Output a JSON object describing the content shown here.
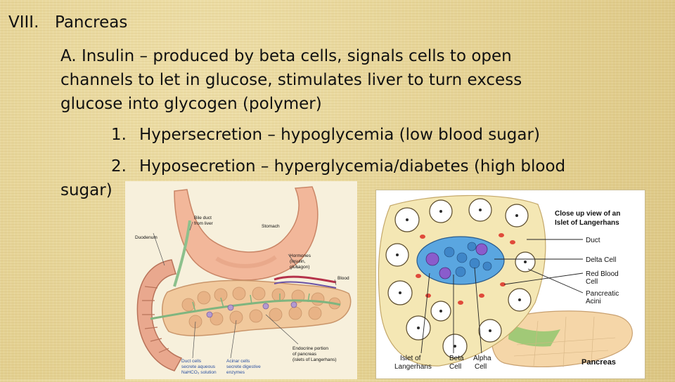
{
  "outline": {
    "heading_num": "VIII.",
    "heading_text": "Pancreas",
    "a_line1": "A.  Insulin – produced by beta cells, signals cells to open",
    "a_line2": "channels to let in glucose, stimulates liver to turn excess",
    "a_line3": "glucose into glycogen (polymer)",
    "item1_num": "1.",
    "item1_text": "Hypersecretion – hypoglycemia (low blood sugar)",
    "item2_num": "2.",
    "item2_text": "Hyposecretion – hyperglycemia/diabetes (high blood",
    "item2_wrap": "sugar)"
  },
  "pancreas_diagram": {
    "bile_duct": "Bile duct",
    "from_liver": "from liver",
    "stomach": "Stomach",
    "duodenum": "Duodenum",
    "hormones_1": "Hormones",
    "hormones_2": "(insulin,",
    "hormones_3": "glucagon)",
    "blood": "Blood",
    "endocrine_1": "Endocrine portion",
    "endocrine_2": "of pancreas",
    "endocrine_3": "(islets of Langerhans)",
    "duct_cells_1": "Duct cells",
    "duct_cells_2": "secrete aqueous",
    "duct_cells_3": "NaHCO₃ solution",
    "acinar_1": "Acinar cells",
    "acinar_2": "secrete digestive",
    "acinar_3": "enzymes"
  },
  "islet_diagram": {
    "title_1": "Close up view of an",
    "title_2": "Islet of Langerhans",
    "duct": "Duct",
    "delta_cell": "Delta Cell",
    "rbc_1": "Red Blood",
    "rbc_2": "Cell",
    "acini_1": "Pancreatic",
    "acini_2": "Acini",
    "islet_1": "Islet of",
    "islet_2": "Langerhans",
    "beta_1": "Beta",
    "beta_2": "Cell",
    "alpha_1": "Alpha",
    "alpha_2": "Cell",
    "pancreas": "Pancreas"
  }
}
